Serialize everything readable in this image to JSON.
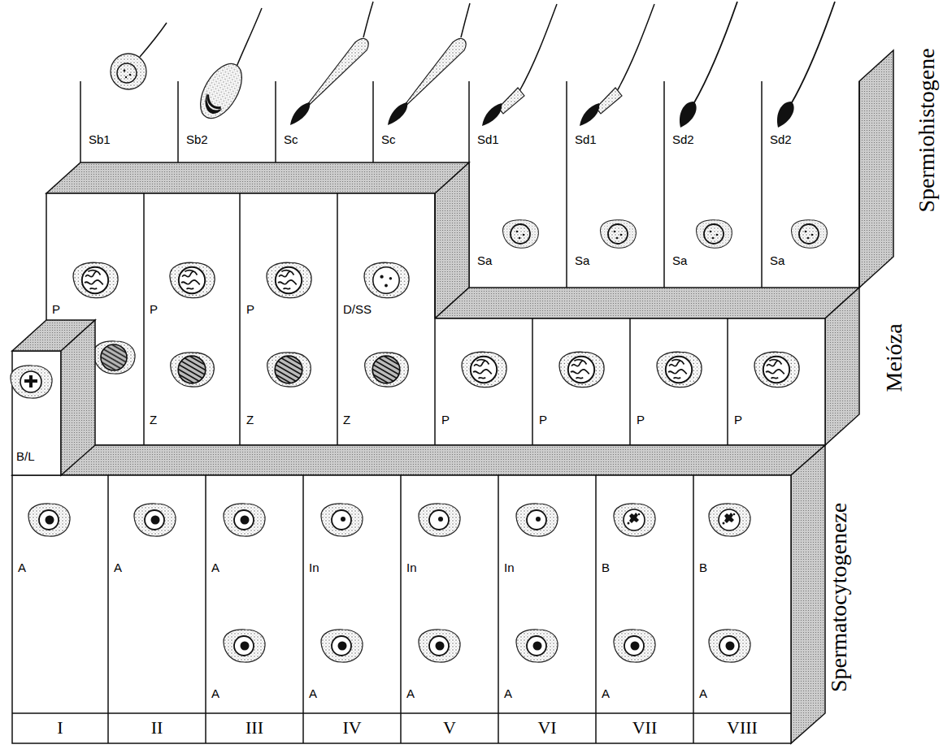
{
  "diagram": {
    "nodes": [
      {
        "text": [
          "Sb1"
        ]
      },
      {
        "text": [
          "Sb2"
        ]
      },
      {
        "text": [
          "Sc"
        ]
      },
      {
        "text": [
          "Sc"
        ]
      },
      {
        "text": [
          "Sd1",
          "Sa"
        ]
      },
      {
        "text": [
          "Sd1",
          "Sa"
        ]
      },
      {
        "text": [
          "Sd2",
          "Sa"
        ]
      },
      {
        "text": [
          "Sd2",
          "Sa"
        ]
      },
      {
        "text": [
          "B/L"
        ]
      },
      {
        "text": [
          "P"
        ]
      },
      {
        "text": [
          "P",
          "Z"
        ]
      },
      {
        "text": [
          "P",
          "Z"
        ]
      },
      {
        "text": [
          "D/SS",
          "Z"
        ]
      },
      {
        "text": [
          "P"
        ]
      },
      {
        "text": [
          "P"
        ]
      },
      {
        "text": [
          "P"
        ]
      },
      {
        "text": [
          "P"
        ]
      },
      {
        "text": [
          "A"
        ]
      },
      {
        "text": [
          "A"
        ]
      },
      {
        "text": [
          "A",
          "A"
        ]
      },
      {
        "text": [
          "In",
          "A"
        ]
      },
      {
        "text": [
          "In",
          "A"
        ]
      },
      {
        "text": [
          "In",
          "A"
        ]
      },
      {
        "text": [
          "B",
          "A"
        ]
      },
      {
        "text": [
          "B",
          "A"
        ]
      }
    ],
    "labels": [
      "I",
      "II",
      "III",
      "IV",
      "V",
      "VI",
      "VII",
      "VIII",
      "Spermiohistogene",
      "Meióza",
      "Spermatocytogeneze"
    ]
  }
}
